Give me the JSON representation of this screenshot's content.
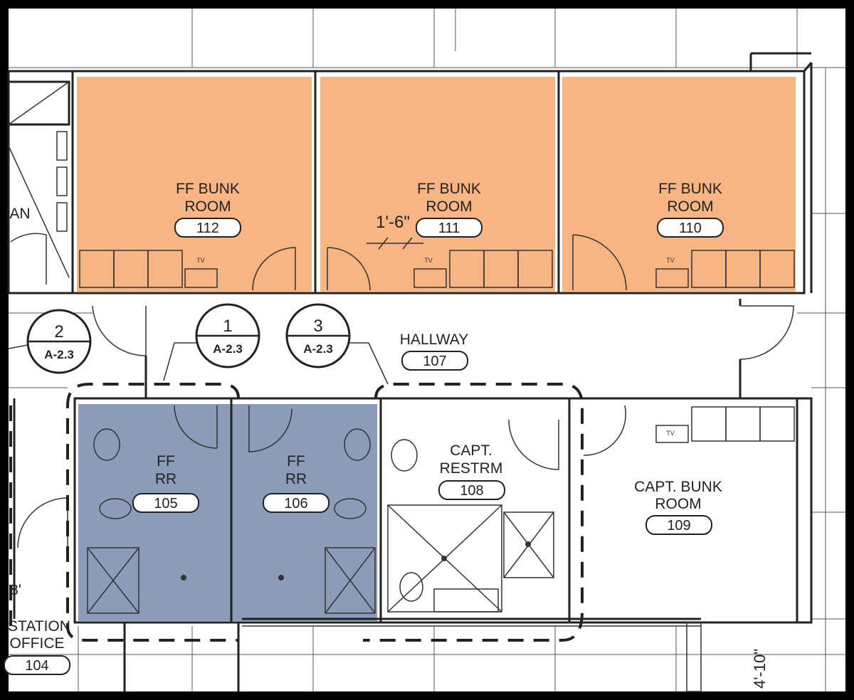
{
  "colors": {
    "bunk_highlight": "#f7b583",
    "restroom_highlight": "#8a9cb8",
    "paper": "#ffffff",
    "line": "#222222"
  },
  "rooms": [
    {
      "id": "r112",
      "lines": [
        "FF BUNK",
        "ROOM"
      ],
      "number": "112"
    },
    {
      "id": "r111",
      "lines": [
        "FF BUNK",
        "ROOM"
      ],
      "number": "111"
    },
    {
      "id": "r110",
      "lines": [
        "FF BUNK",
        "ROOM"
      ],
      "number": "110"
    },
    {
      "id": "r107",
      "lines": [
        "HALLWAY"
      ],
      "number": "107"
    },
    {
      "id": "r105",
      "lines": [
        "FF",
        "RR"
      ],
      "number": "105"
    },
    {
      "id": "r106",
      "lines": [
        "FF",
        "RR"
      ],
      "number": "106"
    },
    {
      "id": "r108",
      "lines": [
        "CAPT.",
        "RESTRM"
      ],
      "number": "108"
    },
    {
      "id": "r109",
      "lines": [
        "CAPT. BUNK",
        "ROOM"
      ],
      "number": "109"
    },
    {
      "id": "r104",
      "lines": [
        "STATION",
        "OFFICE"
      ],
      "number": "104"
    }
  ],
  "partial_text": {
    "left_an": "AN",
    "left_8": "8'",
    "right_dim": "4'-10\""
  },
  "dimension": "1'-6\"",
  "tv_label": "TV",
  "callouts": [
    {
      "num": "2",
      "ref": "A-2.3"
    },
    {
      "num": "1",
      "ref": "A-2.3"
    },
    {
      "num": "3",
      "ref": "A-2.3"
    }
  ]
}
